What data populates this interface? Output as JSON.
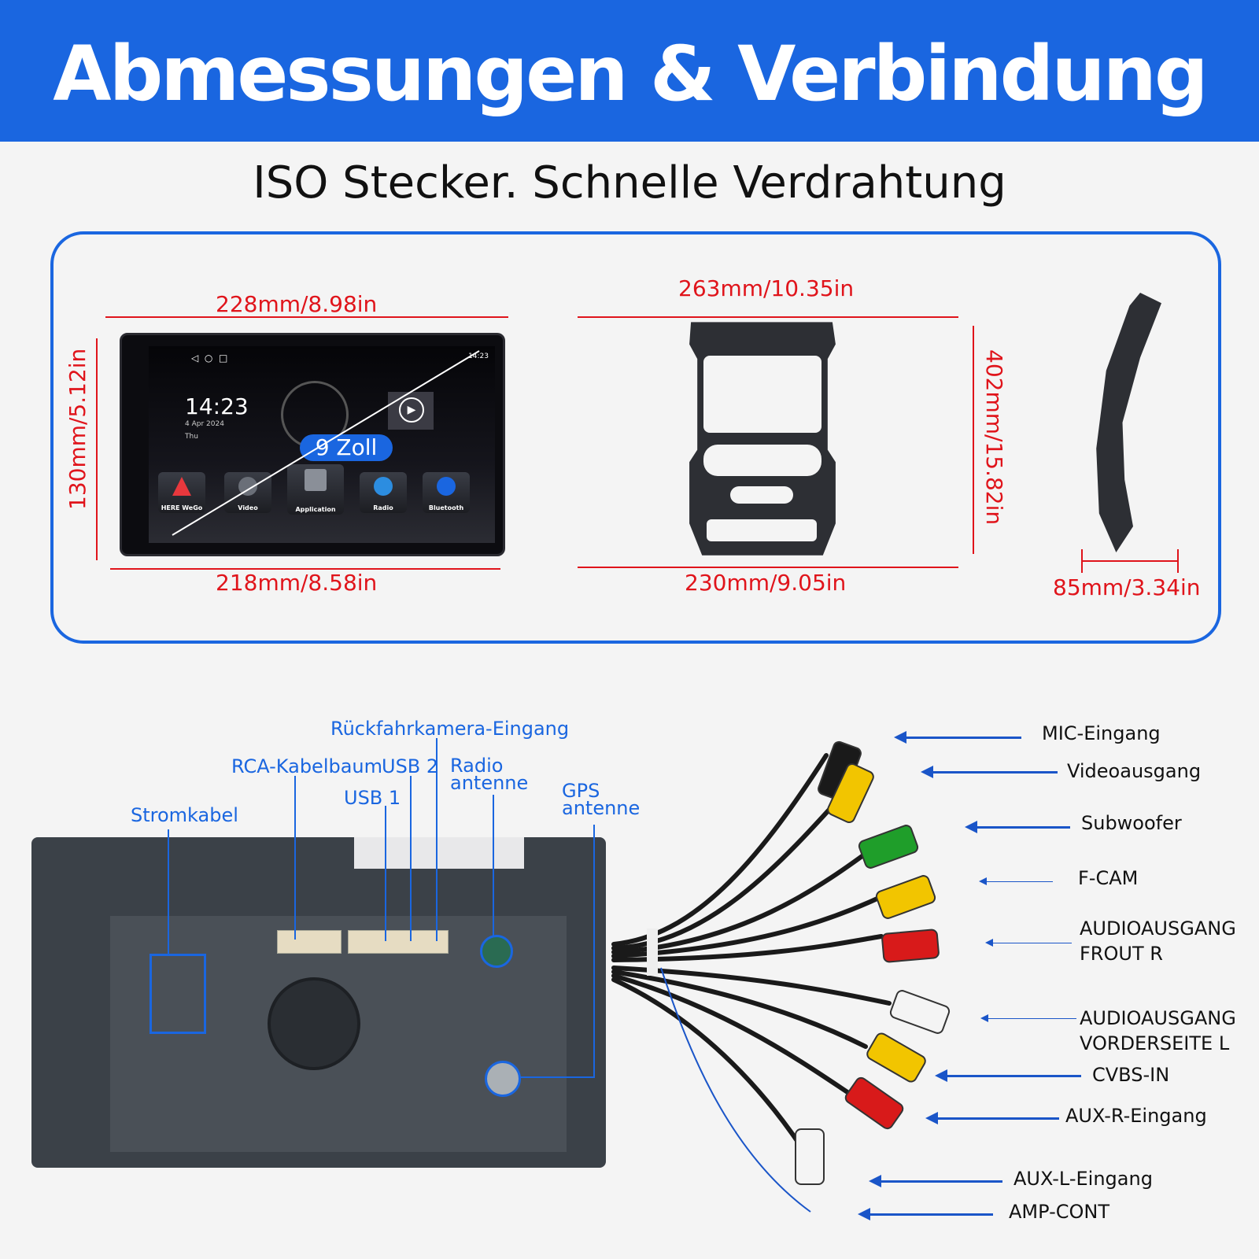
{
  "header": {
    "title": "Abmessungen & Verbindung"
  },
  "subtitle": "ISO Stecker. Schnelle Verdrahtung",
  "dimensions": {
    "unit_top": "228mm/8.98in",
    "unit_left": "130mm/5.12in",
    "unit_bottom": "218mm/8.58in",
    "frame_top": "263mm/10.35in",
    "frame_right": "402mm/15.82in",
    "frame_bottom": "230mm/9.05in",
    "depth": "85mm/3.34in"
  },
  "screen": {
    "clock": "14:23",
    "date": "4 Apr 2024",
    "day": "Thu",
    "status_time": "14:23",
    "size_badge": "9 Zoll",
    "apps": [
      {
        "label": "HERE WeGo",
        "color": "#e8383d"
      },
      {
        "label": "Video",
        "color": "#6a6f78"
      },
      {
        "label": "Application",
        "color": "#8a8f98"
      },
      {
        "label": "Radio",
        "color": "#2c8de0"
      },
      {
        "label": "Bluetooth",
        "color": "#1a66e0"
      }
    ]
  },
  "back_labels": {
    "camera": "Rückfahrkamera-Eingang",
    "rca": "RCA-Kabelbaum",
    "usb2": "USB 2",
    "radio_line1": "Radio",
    "radio_line2": "antenne",
    "usb1": "USB 1",
    "gps_line1": "GPS",
    "gps_line2": "antenne",
    "power": "Stromkabel"
  },
  "cable_labels": {
    "mic": "MIC-Eingang",
    "video_out": "Videoausgang",
    "subwoofer": "Subwoofer",
    "fcam": "F-CAM",
    "audio_r_1": "AUDIOAUSGANG",
    "audio_r_2": "FROUT R",
    "audio_l_1": "AUDIOAUSGANG",
    "audio_l_2": "VORDERSEITE L",
    "cvbs": "CVBS-IN",
    "aux_r": "AUX-R-Eingang",
    "aux_l": "AUX-L-Eingang",
    "amp": "AMP-CONT"
  },
  "colors": {
    "accent": "#1a66e0",
    "dimension": "#e0141b"
  }
}
